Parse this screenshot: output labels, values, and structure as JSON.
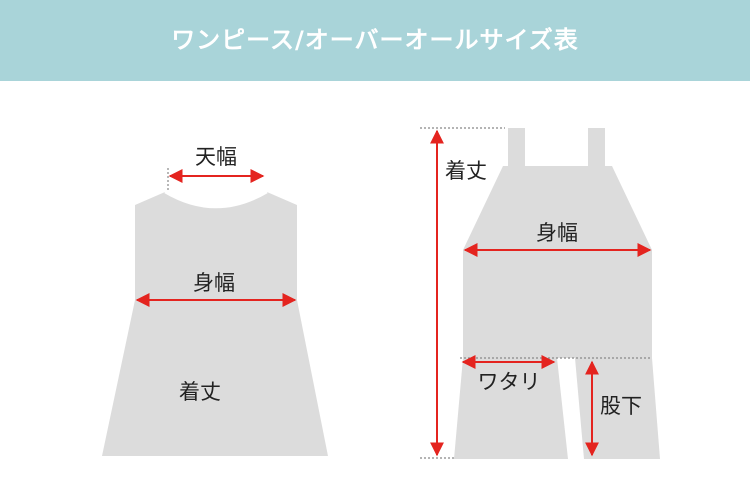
{
  "title": "ワンピース/オーバーオールサイズ表",
  "colors": {
    "banner": "#a9d4d9",
    "garment": "#dcdcdc",
    "arrow": "#e4241f",
    "guide": "#888888"
  },
  "dress": {
    "labels": {
      "shoulder": "天幅",
      "chest": "身幅",
      "length": "着丈"
    }
  },
  "overall": {
    "labels": {
      "length": "着丈",
      "chest": "身幅",
      "crotch": "ワタリ",
      "inseam": "股下"
    }
  }
}
